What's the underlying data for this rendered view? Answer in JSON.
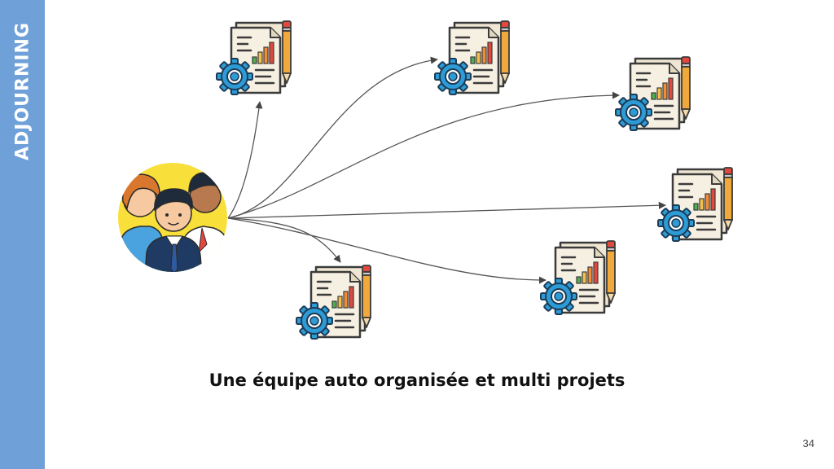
{
  "side_label": "ADJOURNING",
  "caption": "Une équipe auto organisée et multi projets",
  "page_number": "34",
  "icons": {
    "team": "team-icon",
    "project": "project-report-icon"
  },
  "colors": {
    "sidebar": "#6fa0d8",
    "gear": "#2d9bd6",
    "paper": "#f3ecdc",
    "pencil": "#f2a93b",
    "team_circle": "#f8df3a"
  }
}
